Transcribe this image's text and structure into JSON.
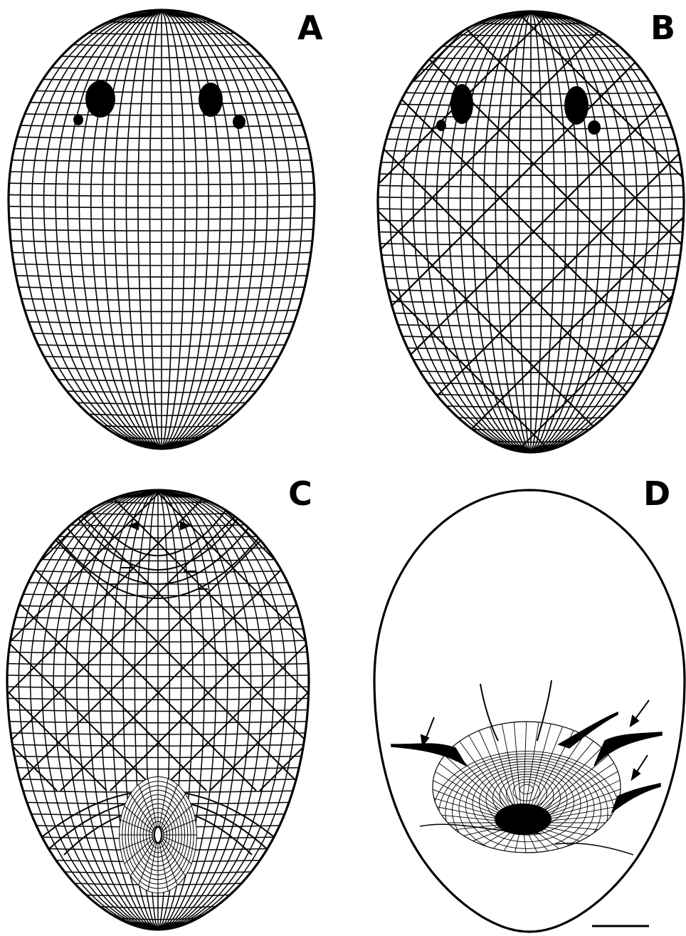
{
  "panels": [
    {
      "id": "A",
      "label": "A"
    },
    {
      "id": "B",
      "label": "B"
    },
    {
      "id": "C",
      "label": "C"
    },
    {
      "id": "D",
      "label": "D"
    }
  ],
  "colors": {
    "ink": "#000000",
    "background": "#ffffff"
  },
  "icons": [
    "arrow-icon"
  ]
}
